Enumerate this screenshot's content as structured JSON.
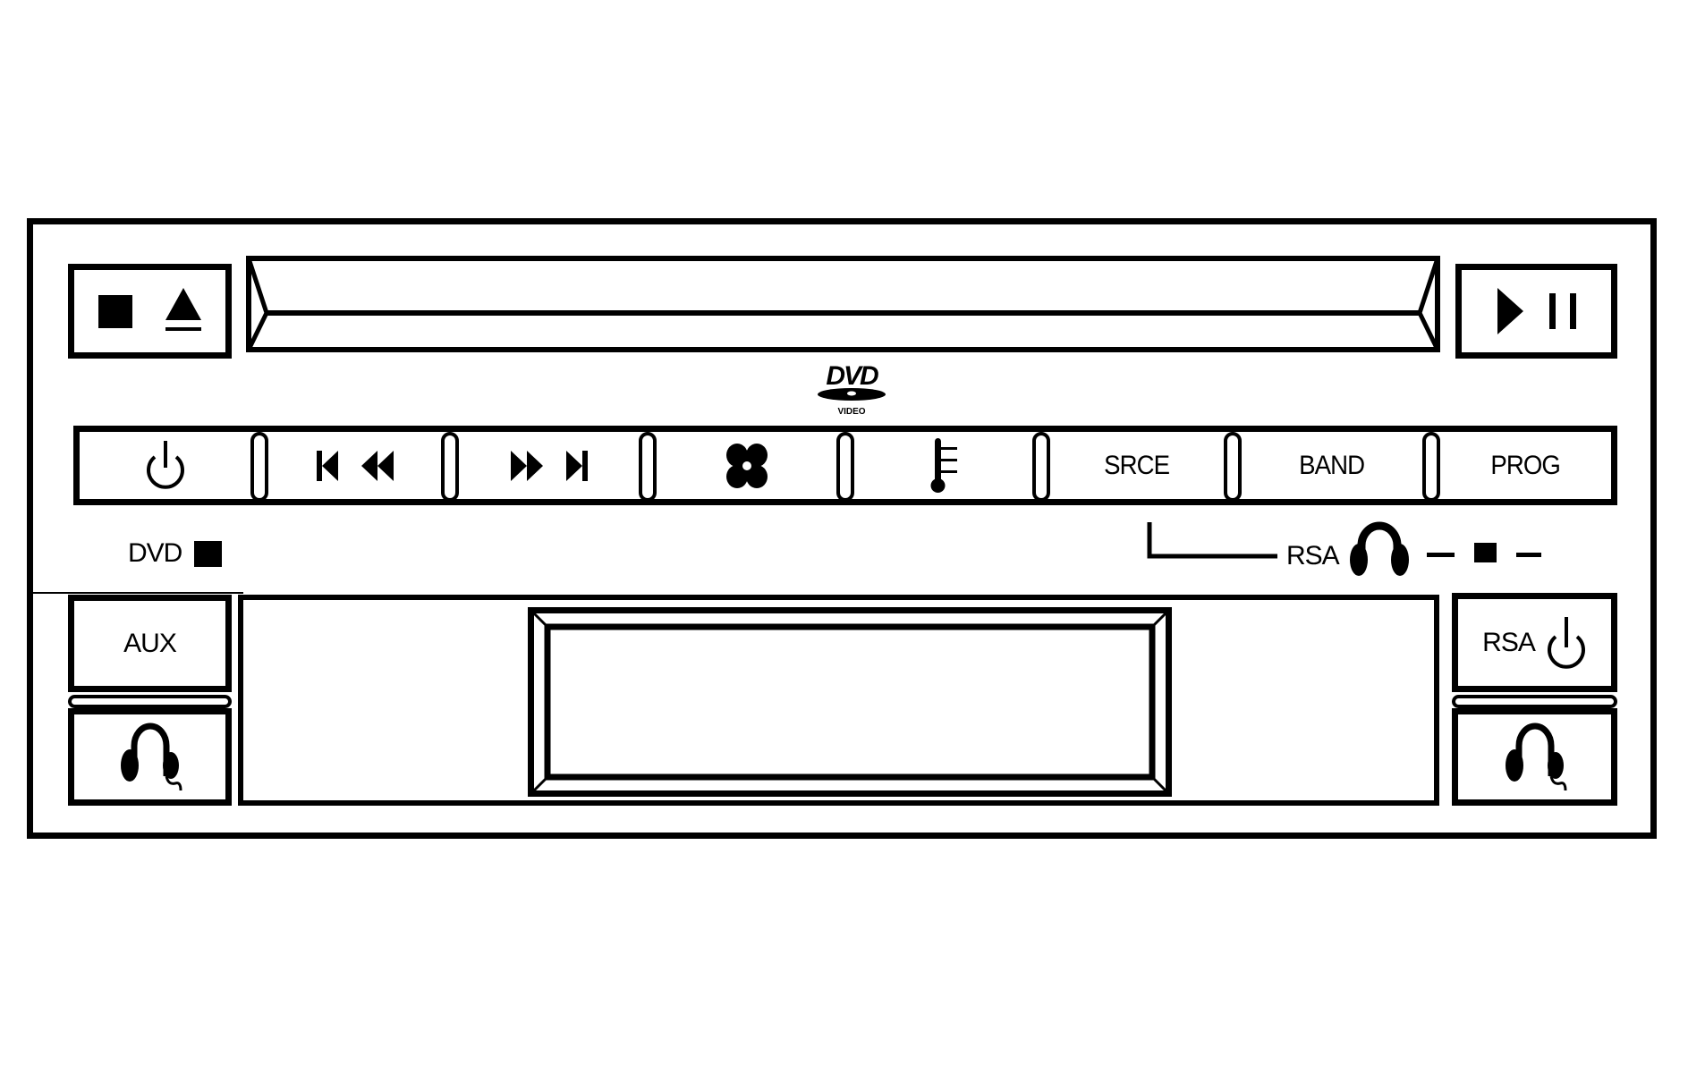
{
  "device": {
    "type": "rear-seat-entertainment DVD radio faceplate",
    "stroke_color": "#000000",
    "background_color": "#ffffff"
  },
  "top_row": {
    "stop_eject_button": {
      "icons": [
        "stop-icon",
        "eject-icon"
      ]
    },
    "disc_slot": {
      "name": "disc-slot"
    },
    "play_pause_button": {
      "icons": [
        "play-icon",
        "pause-icon"
      ]
    }
  },
  "logo": {
    "main": "DVD",
    "sub": "VIDEO"
  },
  "button_bar": {
    "buttons": [
      {
        "id": "power",
        "icon": "power-icon",
        "label": ""
      },
      {
        "id": "seek-back",
        "icon": "prev-rewind-icon",
        "label": ""
      },
      {
        "id": "seek-forward",
        "icon": "fastforward-next-icon",
        "label": ""
      },
      {
        "id": "fan",
        "icon": "fan-icon",
        "label": ""
      },
      {
        "id": "temperature",
        "icon": "thermometer-icon",
        "label": ""
      },
      {
        "id": "source",
        "icon": "",
        "label": "SRCE"
      },
      {
        "id": "band",
        "icon": "",
        "label": "BAND"
      },
      {
        "id": "program",
        "icon": "",
        "label": "PROG"
      }
    ]
  },
  "indicators": {
    "dvd": {
      "label": "DVD",
      "icon": "indicator-square-icon"
    },
    "rsa": {
      "label": "RSA",
      "icon": "headphones-icon"
    }
  },
  "left_column": {
    "aux_button": {
      "label": "AUX"
    },
    "headphone_jack": {
      "icon": "headphone-jack-icon"
    }
  },
  "right_column": {
    "rsa_power_button": {
      "label": "RSA",
      "icon": "power-icon"
    },
    "headphone_jack": {
      "icon": "headphone-jack-icon"
    }
  },
  "display": {
    "name": "display-screen",
    "content": ""
  }
}
